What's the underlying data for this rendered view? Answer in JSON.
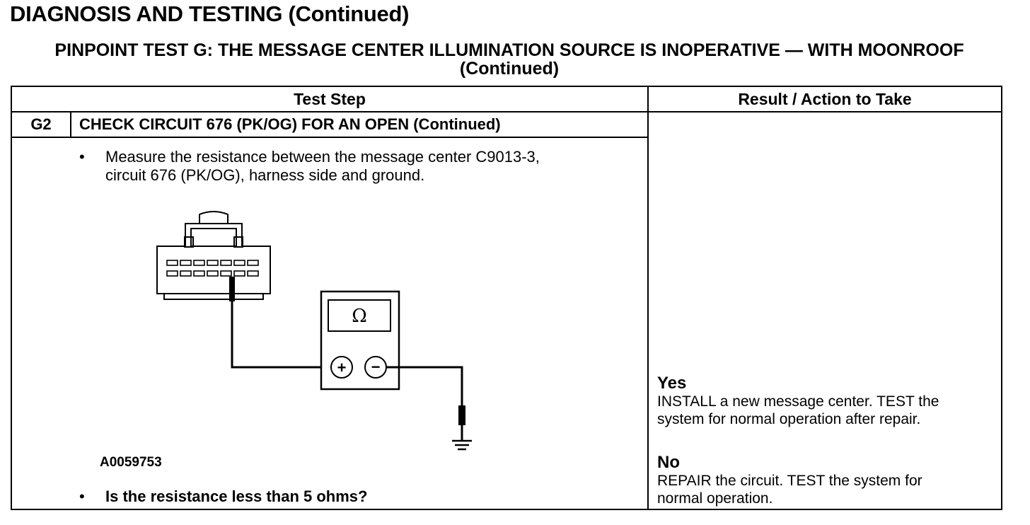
{
  "header": {
    "title": "DIAGNOSIS AND TESTING (Continued)",
    "subtitle": "PINPOINT TEST G: THE MESSAGE CENTER ILLUMINATION SOURCE IS INOPERATIVE — WITH MOONROOF (Continued)"
  },
  "table": {
    "col_test_step": "Test Step",
    "col_result": "Result / Action to Take",
    "step_id": "G2",
    "step_title": "CHECK CIRCUIT 676 (PK/OG) FOR AN OPEN (Continued)",
    "bullet_char": "•",
    "instruction_line1": "Measure the resistance between the message center C9013-3,",
    "instruction_line2": "circuit 676 (PK/OG), harness side and ground.",
    "figure_id": "A0059753",
    "question": "Is the resistance less than 5 ohms?",
    "meter_symbol": "Ω",
    "meter_plus": "+",
    "meter_minus": "−"
  },
  "results": {
    "yes_label": "Yes",
    "yes_line1": "INSTALL a new message center. TEST the",
    "yes_line2": "system for normal operation after repair.",
    "no_label": "No",
    "no_line1": "REPAIR the circuit. TEST the system for",
    "no_line2": "normal operation."
  }
}
